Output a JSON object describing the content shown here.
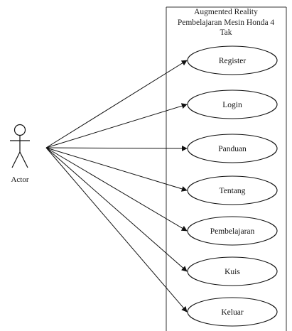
{
  "system": {
    "title_lines": [
      "Augmented Reality",
      "Pembelajaran Mesin Honda 4",
      "Tak"
    ]
  },
  "actor": {
    "label": "Actor"
  },
  "use_cases": [
    {
      "name": "usecase-register",
      "label": "Register"
    },
    {
      "name": "usecase-login",
      "label": "Login"
    },
    {
      "name": "usecase-panduan",
      "label": "Panduan"
    },
    {
      "name": "usecase-tentang",
      "label": "Tentang"
    },
    {
      "name": "usecase-pembelajaran",
      "label": "Pembelajaran"
    },
    {
      "name": "usecase-kuis",
      "label": "Kuis"
    },
    {
      "name": "usecase-keluar",
      "label": "Keluar"
    }
  ]
}
